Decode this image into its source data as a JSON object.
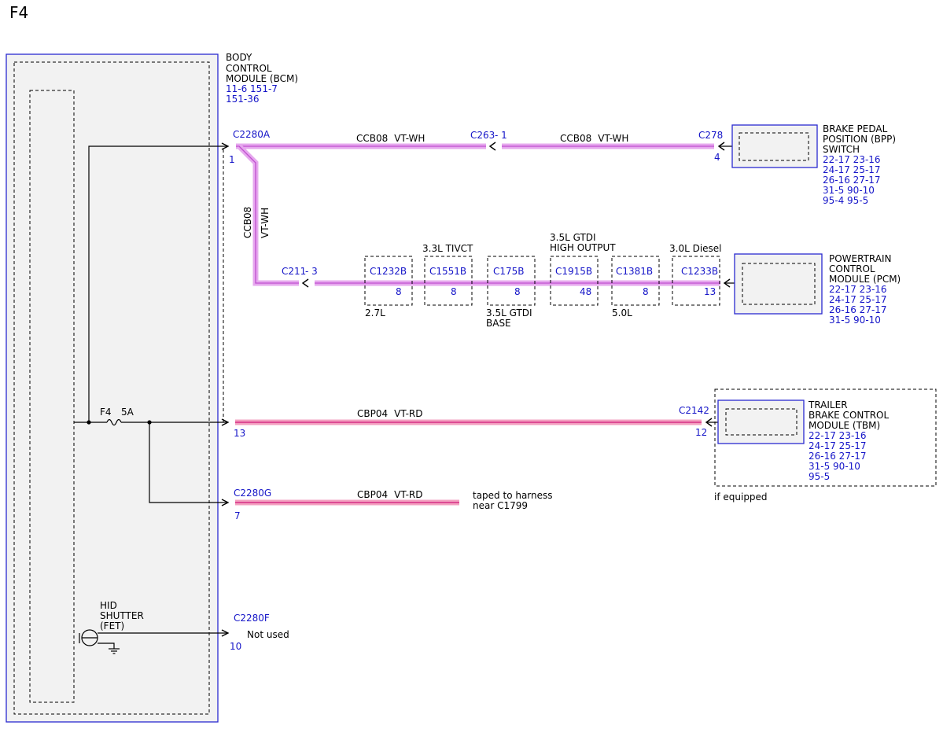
{
  "page_title": "F4",
  "colors": {
    "blue": "#1515c8",
    "wire_vt_wh_fill": "#e6a8ee",
    "wire_vt_wh_core": "#c04fd0",
    "wire_vt_rd_fill": "#f3a0c0",
    "wire_vt_rd_core": "#d0187a",
    "module_fill": "#f2f2f2"
  },
  "bcm": {
    "name_lines": [
      "BODY",
      "CONTROL",
      "MODULE (BCM)"
    ],
    "ref_lines": [
      "11-6   151-7",
      "151-36"
    ]
  },
  "fuse": {
    "name": "F4",
    "rating": "5A"
  },
  "hid": {
    "lines": [
      "HID",
      "SHUTTER",
      "(FET)"
    ]
  },
  "connectors": {
    "c2280a": {
      "name": "C2280A",
      "pin": "1"
    },
    "c2280g": {
      "name": "C2280G",
      "pin": "7"
    },
    "c2280f": {
      "name": "C2280F",
      "pin": "10"
    },
    "pin_13_bcm": "13",
    "c263": {
      "name": "C263",
      "pin": "- 1"
    },
    "c278": {
      "name": "C278",
      "pin": "4"
    },
    "c211": {
      "name": "C211",
      "pin": "- 3"
    },
    "c2142": {
      "name": "C2142",
      "pin": "12"
    }
  },
  "wires": {
    "ccb08_left": {
      "circuit": "CCB08",
      "color": "VT-WH"
    },
    "ccb08_right": {
      "circuit": "CCB08",
      "color": "VT-WH"
    },
    "ccb08_vertical": {
      "circuit": "CCB08",
      "color": "VT-WH"
    },
    "cbp04_tbm": {
      "circuit": "CBP04",
      "color": "VT-RD"
    },
    "cbp04_taped": {
      "circuit": "CBP04",
      "color": "VT-RD"
    }
  },
  "pcm_variants": [
    {
      "connector": "C1232B",
      "pin": "8",
      "variant_below": "2.7L",
      "variant_above": ""
    },
    {
      "connector": "C1551B",
      "pin": "8",
      "variant_above": "3.3L TIVCT",
      "variant_below": ""
    },
    {
      "connector": "C175B",
      "pin": "8",
      "variant_below_lines": [
        "3.5L GTDI",
        "BASE"
      ],
      "variant_above": ""
    },
    {
      "connector": "C1915B",
      "pin": "48",
      "variant_above_lines": [
        "3.5L GTDI",
        "HIGH OUTPUT"
      ],
      "variant_below": ""
    },
    {
      "connector": "C1381B",
      "pin": "8",
      "variant_below": "5.0L",
      "variant_above": ""
    },
    {
      "connector": "C1233B",
      "pin": "13",
      "variant_above": "3.0L Diesel",
      "variant_below": ""
    }
  ],
  "bpp": {
    "name_lines": [
      "BRAKE PEDAL",
      "POSITION (BPP)",
      "SWITCH"
    ],
    "ref_lines": [
      "22-17 23-16",
      "24-17 25-17",
      "26-16 27-17",
      "31-5   90-10",
      "95-4   95-5"
    ]
  },
  "pcm": {
    "name_lines": [
      "POWERTRAIN",
      "CONTROL",
      "MODULE (PCM)"
    ],
    "ref_lines": [
      "22-17 23-16",
      "24-17 25-17",
      "26-16 27-17",
      "31-5   90-10"
    ]
  },
  "tbm": {
    "name_lines": [
      "TRAILER",
      "BRAKE CONTROL",
      "MODULE (TBM)"
    ],
    "ref_lines": [
      "22-17 23-16",
      "24-17 25-17",
      "26-16 27-17",
      "31-5   90-10",
      "95-5"
    ],
    "note": "if equipped"
  },
  "taped_note": [
    "taped to harness",
    "near C1799"
  ],
  "not_used": "Not used"
}
